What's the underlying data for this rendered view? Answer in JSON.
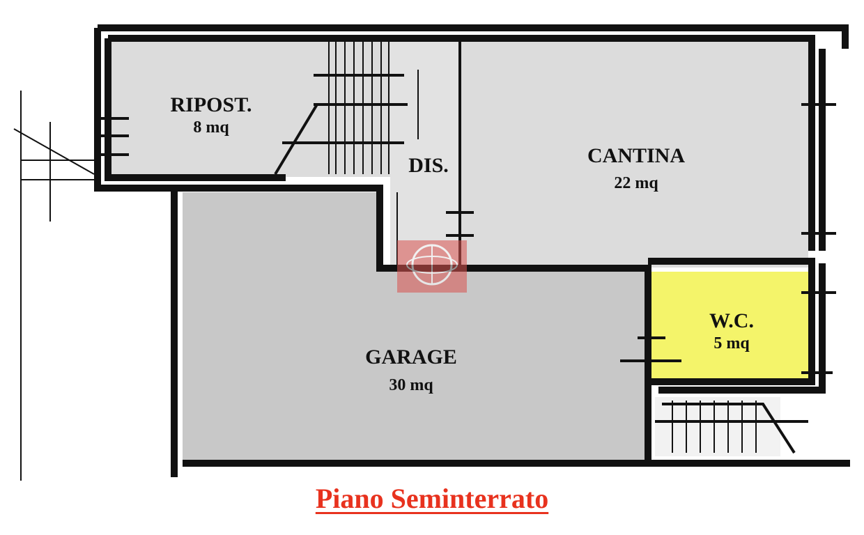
{
  "plan": {
    "rooms": {
      "ripost": {
        "name": "RIPOST.",
        "area": "8 mq"
      },
      "dis": {
        "name": "DIS."
      },
      "cantina": {
        "name": "CANTINA",
        "area": "22 mq"
      },
      "wc": {
        "name": "W.C.",
        "area": "5 mq"
      },
      "garage": {
        "name": "GARAGE",
        "area": "30 mq"
      }
    },
    "title": "Piano Seminterrato"
  },
  "colors": {
    "room_fill": "#dcdcdc",
    "garage_fill": "#c8c8c8",
    "wc_fill": "#f4f46a",
    "wall": "#111111",
    "title": "#e8321e",
    "watermark": "#d9534f"
  }
}
